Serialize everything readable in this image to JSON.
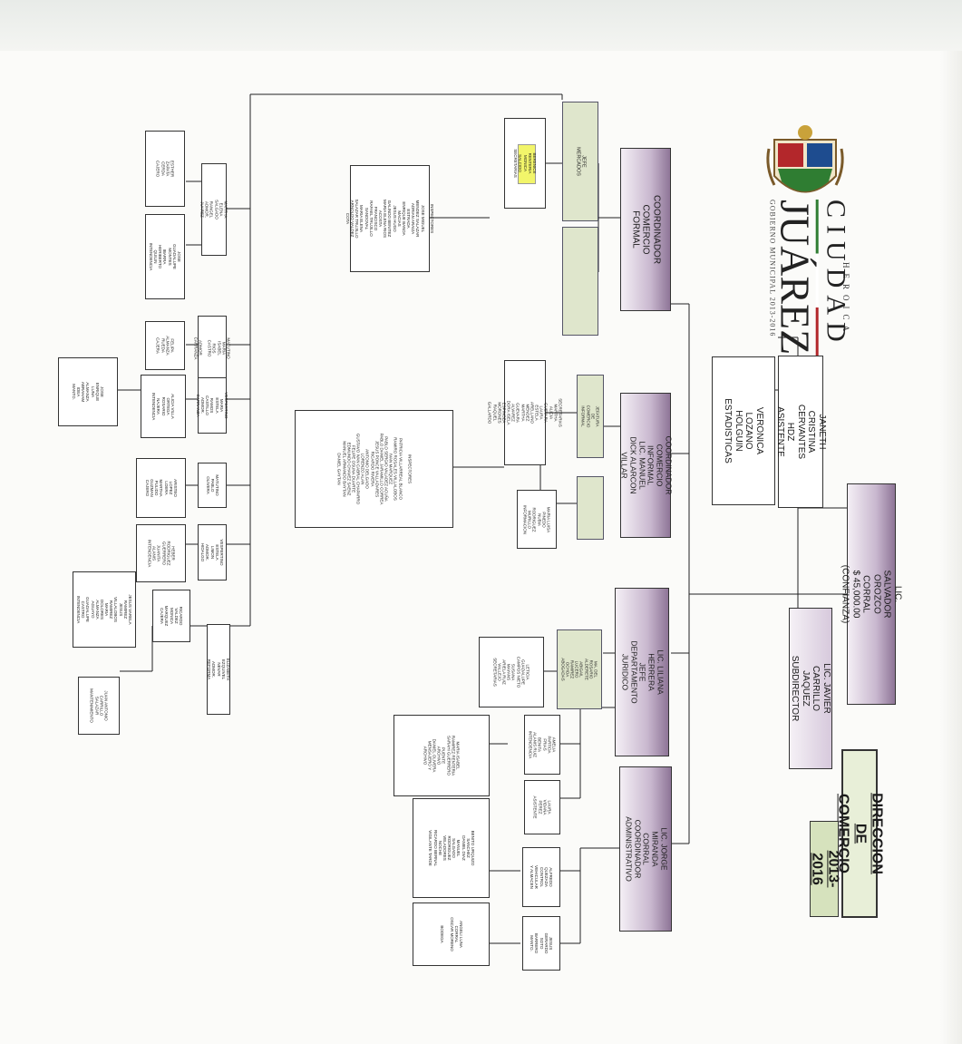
{
  "header": {
    "title": "DIRECCION DE COMERCIO",
    "period": "2013-2016"
  },
  "logo": {
    "heroica": "HEROICA",
    "city": "CIUDAD",
    "name": "JUÁREZ",
    "tagline": "GOBIERNO MUNICIPAL 2013-2016",
    "colors": {
      "green": "#2f7d32",
      "white": "#ffffff",
      "red": "#b3272b"
    }
  },
  "colors": {
    "coordinator_fill": "#b7a3bf",
    "department_fill": "#dfe6cc",
    "title_fill": "#e8efd8",
    "highlight": "#f2f56a"
  },
  "org": {
    "director": "LIC. SALVADOR OROZCO CORRAL\n$ 45,000.00   (CONFIANZA)",
    "subdirector": "LIC. JAVIER  CARRILLO JAQUEZ\nSUBDIRECTOR",
    "assistant": "JANETH CRISTINA CERVANTES HDZ\nASISTENTE",
    "statistics": "VERONICA LOZANO HOLGUIN\nESTADISTICAS",
    "coord_formal": "COORDINADOR COMERCIO FORMAL",
    "jefe_mercados": "JEFE MERCADOS",
    "secretaria_formal": "BERENICE RENTERIA\nMONICA SALCIDO\nSECRETARIAS",
    "inspectors_formal": "INSPECTORES\n\nJOSE MIGUEL MENDEZ SALAZAR\nADRIAN ARAIZA ESTRADA\nENRIQUE BANDA MACIAS\nJESUS HUGO GALINDO BENITEZ\nMARIA ELENA RIOS ACOSTA\nFRANCISCO RAFAEL TRUJILLO SANDOVAL\nMARIA ELENA SALAZAR TRUJILLO\nARNOLDO VALDEZ COTA",
    "coord_informal": "COORDINADOR COMERCIO INFORMAL\nLIC. MANUEL DICK ALARCON VILLAR",
    "jefatura_informal": "JEFATURA DE COMERCIO\nINFORMAL",
    "secretarias_informal": "SECRETARIAS\nMARTHA ALICIA GUEVARA\nLAURA ESTELA ARELLANO MENDEZ\nMARTHA GUEVARA ALVAREZ\nDORA ISELA ESPINOZA MORONES\nRAQUEL GALLARDO",
    "informacion": "MARIA LUISA PINEDO\nNUBIA RODRIGUEZ\nMURILLO\nINFORMACION",
    "inspectors_informal": "INSPECTORES\n\nPATRICIA VILLARREAL BLANCO\nRAMIRO ROSALES VILLALOBOS\nIVAN MARQUEZ\nPABLO SERGIO VALADEZ ACUÑA\nPABLO DANIEL JARAMILLO CORREA\nJESUS PONCE VALLADARES\nRICARDO RIVERA\nANTONIO DELGADO\nLORENZO ALAN\nGUSTAVO IVAN CABRAL CHAPARRO\nFELIPE OSUNA DUARTE\nEDMUNDO CHAVEZ SAENZ\nMANUEL ARMANDO BAYTAN\nDANIEL GAYTAN",
    "jefe_juridico": "LIC. LILIANA HERRERA\nJEFE DEPARTAMENTO  JURIDICO",
    "auxiliar_juridico": "MA. DEL ROSARIO\nALDERETE\nABIGAIL LUCERO RAMIREZ\nOCHOA\nABOGADAS",
    "secretaria_juridico": "LETICIA GUADALUPE\nCAMPOS NIETO\nSUSANA MAYANS\nARIELA RUIZ VALLEJO\nSECRETARIAS",
    "coord_admin": "LIC. JORGE MIRANDA CORRAL\nCOORDINADOR ADMINISTRATIVO",
    "admin_a": "AMELIA PARTIDA\nFRIAS\nBENITA ALANIS RUIZ\nINTENDENCIA",
    "admin_b": "LAURA VIDAÑA PEREZ\nASISTENTE",
    "admin_c": "ALFREDO QUEZADA\nCONTROL VEHICULAR\nY ALMACEN",
    "admin_d": "JESUS GERARDO\nSOTO BARRERO\nMANTO.",
    "admin_e": "MARIA ISABEL RAMIREZ RENTERIA\nSARAHI GUERRERO PUENTE\nARCHIVO\nDANIEL OLIVERA\nMENSAJERO Y ARCHIVO",
    "admin_f": "BENITO URQUIZO SANCHEZ\nDANIEL DIAZ\nMANUEL SALGADO RODRIGUEZ\nVELADORES NOCHE\nRICARDO BERNAL\nVIGILANTE TARDE",
    "admin_g": "ANGELI LUNA CORRAL\nOSCAR MORENO\n\nBODEGA",
    "mercado_juarez": "MARTHA ELENA SALGADO RANGEL\nADMOR. JUAREZ",
    "mj_staff_1": "ESTHER ZAPATA CERDA\nCAJERO",
    "mj_staff_2": "JOSE GUADALUPE MONTES IBARRA\nHERIBERTO QUILIN\nINTENDENCIA",
    "carranza_mat": "MATUTINO\nMARIA ISABEL RIOS CASTRO\n\nADMOR. CARRANZA",
    "carranza_mat_staff": "FELIPA ALMANZA\nRUEDA\nCAJERA",
    "carranza_ves": "VESPERTINO\nMARIA ESTELA\nRAMOS CASTILLO\nADMOR. CARRANZA",
    "carranza_ves_staff": "ALICIA VILLA\nORTEGA\nROSARIO\nNAJERA\nINTENDENCIA",
    "carranza_extra": "JOSE ENRIQUE LUNA\nALMANZA\nABRAHAM IDEA\nMANTO.",
    "hidalgo_mat": "MATUTINO\nPABLO OLIVERA",
    "hidalgo_mat_staff": "ARISTEO LOPEZ\nLOERA\nMARTHA\nPULIDO\nGUZMAN\nCAJERO",
    "hidalgo_ves": "VESPERTINO\nESTELA LIMON\nADMOR. HIDALGO",
    "hidalgo_ves_staff": "HEBER RODRIGUEZ\nGUERRERO\nJUANITA ALANIS\nINTENDENCIA",
    "reforma": "ELIZABETH EZQUIVEL NEVAR\nADMOR. REFORMA",
    "reforma_staff": "RICARDO\nVALDEZ\nMONICA\nMARQUEZ\nCAJERA",
    "reforma_int": "JESUS VARELA\nRAMIREZ\nJESUS VILLALOBOS\nRAMIREZ\nMARIA DOLORES ALMANZA\nAGUAYO\nGUADALUPE CASTRO\nINTENDENCIA",
    "reforma_mant": "JUAN ANTONIO\nCARRILLO SALAZAR\nMANTENIMIENTO"
  }
}
